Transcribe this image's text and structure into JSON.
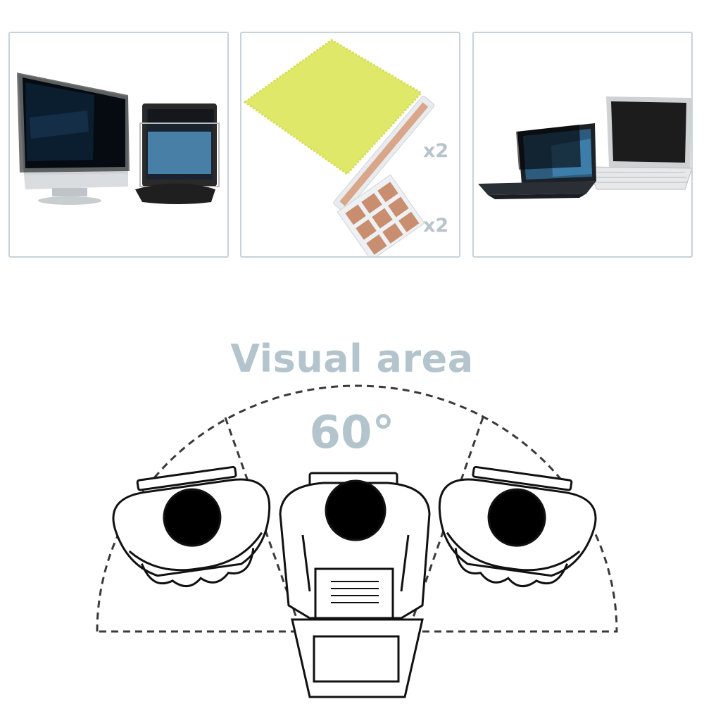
{
  "panels": [
    {
      "name": "monitors-with-privacy-filters"
    },
    {
      "name": "cleaning-cloth-and-adhesive-kit",
      "strip_qty": "x2",
      "tabs_qty": "x2"
    },
    {
      "name": "laptops-with-privacy-filters"
    }
  ],
  "viewing": {
    "title": "Visual area",
    "angle_label": "60°",
    "angle_degrees": 60
  },
  "colors": {
    "panel_border": "#c5d3dc",
    "accent_text": "#b3c4cd",
    "cloth": "#e0e86a",
    "line": "#222222"
  }
}
